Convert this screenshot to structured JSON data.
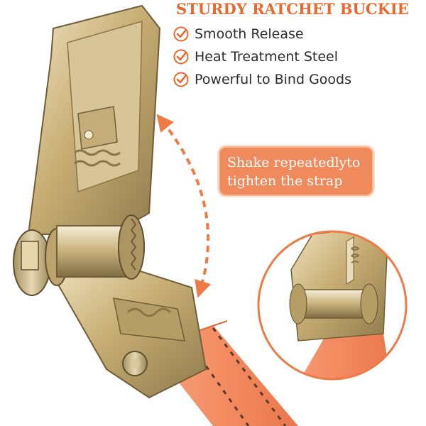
{
  "product": {
    "title": "STURDY RATCHET BUCKIE",
    "features": [
      {
        "icon": "check-icon",
        "label": "Smooth Release"
      },
      {
        "icon": "check-icon",
        "label": "Heat Treatment Steel"
      },
      {
        "icon": "check-icon",
        "label": "Powerful to Bind Goods"
      }
    ],
    "callout": {
      "line1": "Shake repeatedlyto",
      "line2": "tighten the strap"
    }
  },
  "colors": {
    "accent": "#e8692e",
    "callout_bg": "#f08a5c",
    "strap": "#f4916a",
    "metal": "#c9b27a"
  }
}
